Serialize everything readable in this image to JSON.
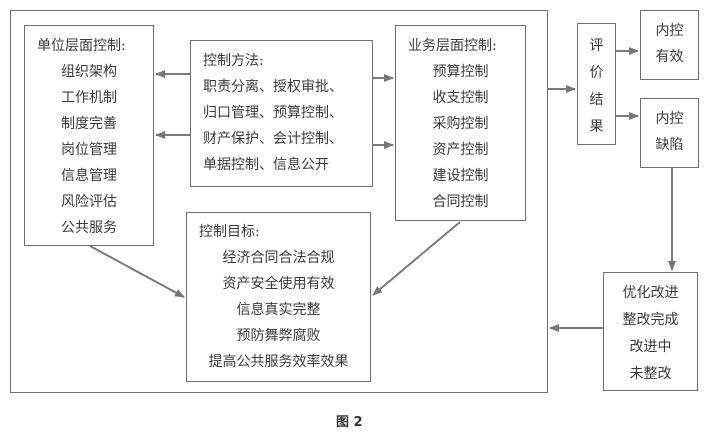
{
  "caption": "图 2",
  "unit_control": {
    "title": "单位层面控制:",
    "items": [
      "组织架构",
      "工作机制",
      "制度完善",
      "岗位管理",
      "信息管理",
      "风险评估",
      "公共服务"
    ]
  },
  "control_methods": {
    "title": "控制方法:",
    "lines": [
      "职责分离、授权审批、",
      "归口管理、预算控制、",
      "财产保护、会计控制、",
      "单据控制、信息公开"
    ]
  },
  "business_control": {
    "title": "业务层面控制:",
    "items": [
      "预算控制",
      "收支控制",
      "采购控制",
      "资产控制",
      "建设控制",
      "合同控制"
    ]
  },
  "control_objectives": {
    "title": "控制目标:",
    "items": [
      "经济合同合法合规",
      "资产安全使用有效",
      "信息真实完整",
      "预防舞弊腐败",
      "提高公共服务效率效果"
    ]
  },
  "evaluation": {
    "chars": [
      "评",
      "价",
      "结",
      "果"
    ]
  },
  "effective": {
    "lines": [
      "内控",
      "有效"
    ]
  },
  "defect": {
    "lines": [
      "内控",
      "缺陷"
    ]
  },
  "improvement": {
    "lines": [
      "优化改进",
      "整改完成",
      "改进中",
      "未整改"
    ]
  },
  "colors": {
    "line": "#6e6e6e",
    "arrow": "#777777",
    "text": "#3a3a3a"
  }
}
